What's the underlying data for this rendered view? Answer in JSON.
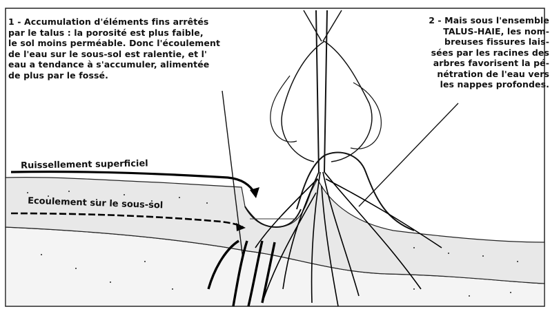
{
  "note_left": {
    "lines": [
      "1 -  Accumulation d'éléments fins arrêtés",
      "par le talus :  la porosité est plus faible,",
      "le sol moins perméable. Donc l'écoulement",
      "de l'eau sur le sous-sol est ralentie, et l'",
      "eau a tendance à s'accumuler,  alimentée",
      "de plus par le fossé."
    ]
  },
  "note_right": {
    "lines": [
      "2 - Mais sous l'ensemble",
      "TALUS-HAIE,  les nom-",
      "breuses fissures lais-",
      "sées par les racines des",
      "arbres favorisent la pé-",
      "nétration de l'eau  vers",
      "les nappes profondes."
    ]
  },
  "labels": {
    "runoff": "Ruissellement superficiel",
    "subsurface_flow": "Ecoulement sur le sous-sol"
  }
}
